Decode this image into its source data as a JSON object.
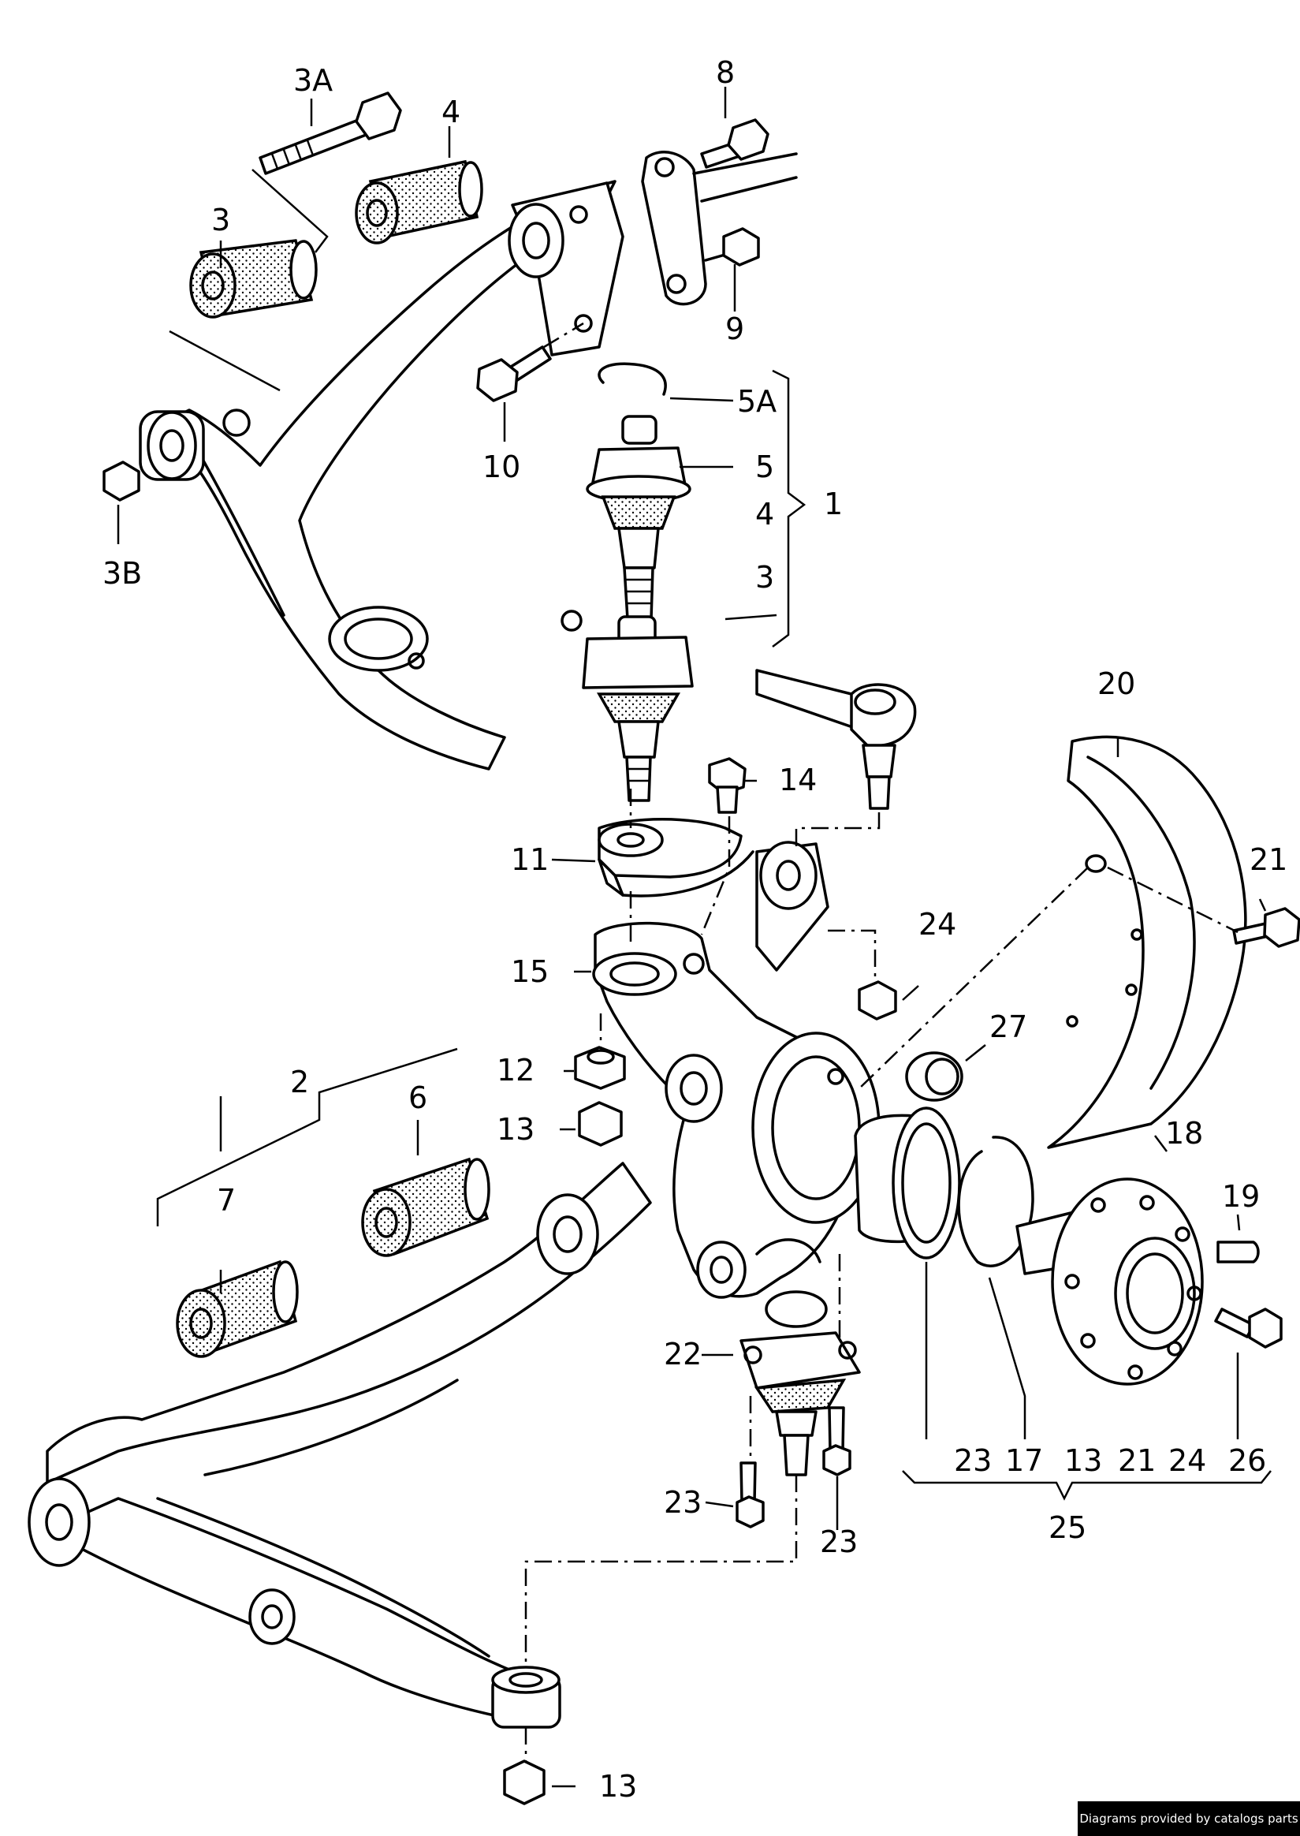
{
  "labels": {
    "l1": "1",
    "l2": "2",
    "l3": "3",
    "l3a": "3A",
    "l3b": "3B",
    "l4": "4",
    "l5": "5",
    "l5a": "5A",
    "l6": "6",
    "l7": "7",
    "l8": "8",
    "l9": "9",
    "l10": "10",
    "l11": "11",
    "l12": "12",
    "l13a": "13",
    "l13b": "13",
    "l14": "14",
    "l15": "15",
    "l17": "17",
    "l18": "18",
    "l19": "19",
    "l20": "20",
    "l21": "21",
    "l22": "22",
    "l23a": "23",
    "l23b": "23",
    "l24": "24",
    "l25": "25",
    "l26": "26",
    "l27": "27",
    "kit1_4": "4",
    "kit1_3": "3",
    "kit25_23": "23",
    "kit25_17": "17",
    "kit25_13": "13",
    "kit25_21": "21",
    "kit25_24": "24",
    "kit25_26": "26"
  },
  "credit": "Diagrams provided by catalogs parts"
}
